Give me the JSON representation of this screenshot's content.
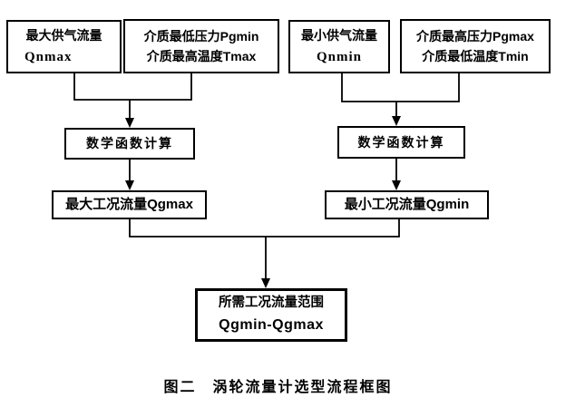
{
  "diagram_title": "图二　涡轮流量计选型流程框图",
  "nodes": {
    "qnmax": {
      "line1": "最大供气流量",
      "line2": "Qnmax"
    },
    "pgmin_tmax": {
      "line1": "介质最低压力Pgmin",
      "line2": "介质最高温度Tmax"
    },
    "qnmin": {
      "line1": "最小供气流量",
      "line2": "Qnmin"
    },
    "pgmax_tmin": {
      "line1": "介质最高压力Pgmax",
      "line2": "介质最低温度Tmin"
    },
    "math_calc_left": {
      "label": "数学函数计算"
    },
    "math_calc_right": {
      "label": "数学函数计算"
    },
    "qgmax": {
      "label": "最大工况流量Qgmax"
    },
    "qgmin": {
      "label": "最小工况流量Qgmin"
    },
    "result": {
      "line1": "所需工况流量范围",
      "line2": "Qgmin-Qgmax"
    }
  },
  "colors": {
    "line": "#000000",
    "background": "#ffffff",
    "text": "#000000"
  }
}
